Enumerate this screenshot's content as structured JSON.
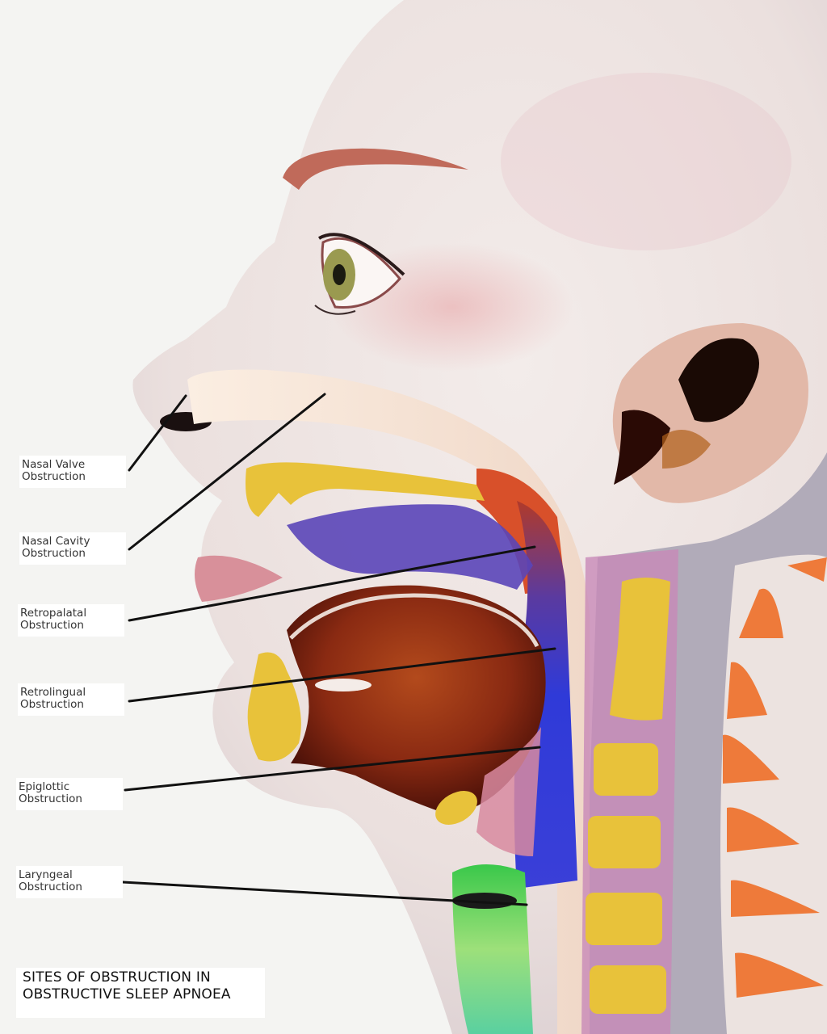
{
  "labels": [
    {
      "line1": "Nasal Valve",
      "line2": "Obstruction"
    },
    {
      "line1": "Nasal Cavity",
      "line2": "Obstruction"
    },
    {
      "line1": "Retropalatal",
      "line2": "Obstruction"
    },
    {
      "line1": "Retrolingual",
      "line2": "Obstruction"
    },
    {
      "line1": "Epiglottic",
      "line2": "Obstruction"
    },
    {
      "line1": "Laryngeal",
      "line2": "Obstruction"
    }
  ],
  "caption": {
    "line1": "SITES OF OBSTRUCTION IN",
    "line2": "OBSTRUCTIVE SLEEP APNOEA"
  },
  "colors": {
    "background": "#f4f4f2",
    "skin": "#ece3e0",
    "bone": "#e8c23a",
    "tongue": "#8a2a12",
    "airway_blue": "#3a3fd8",
    "soft_palate_purple": "#6a4fb0",
    "larynx_green": "#4fd85a",
    "pointer_line": "#111111"
  }
}
